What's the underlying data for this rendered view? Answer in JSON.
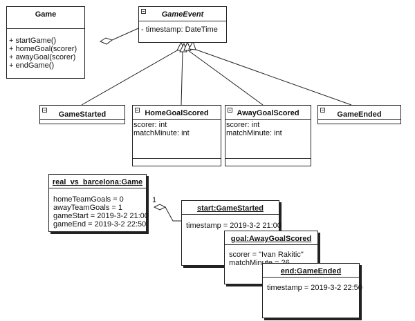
{
  "class_diagram": {
    "game": {
      "name": "Game",
      "operations": [
        "+ startGame()",
        "+ homeGoal(scorer)",
        "+ awayGoal(scorer)",
        "+ endGame()"
      ]
    },
    "game_event": {
      "name": "GameEvent",
      "attributes": [
        "- timestamp: DateTime"
      ]
    },
    "game_started": {
      "name": "GameStarted"
    },
    "home_goal_scored": {
      "name": "HomeGoalScored",
      "attributes": [
        "scorer: int",
        "matchMinute: int"
      ]
    },
    "away_goal_scored": {
      "name": "AwayGoalScored",
      "attributes": [
        "scorer: int",
        "matchMinute: int"
      ]
    },
    "game_ended": {
      "name": "GameEnded"
    }
  },
  "object_diagram": {
    "game_instance": {
      "name": "real_vs_barcelona:Game",
      "slots": [
        "homeTeamGoals = 0",
        "awayTeamGoals = 1",
        "gameStart = 2019-3-2 21:00",
        "gameEnd = 2019-3-2 22:50"
      ]
    },
    "started_instance": {
      "name": "start:GameStarted",
      "slots": [
        "timestamp = 2019-3-2 21:00"
      ]
    },
    "goal_instance": {
      "name": "goal:AwayGoalScored",
      "slots": [
        "scorer = \"Ivan Rakitic\"",
        "matchMinute = 26"
      ]
    },
    "ended_instance": {
      "name": "end:GameEnded",
      "slots": [
        "timestamp = 2019-3-2 22:50"
      ]
    },
    "multiplicity": "1"
  }
}
